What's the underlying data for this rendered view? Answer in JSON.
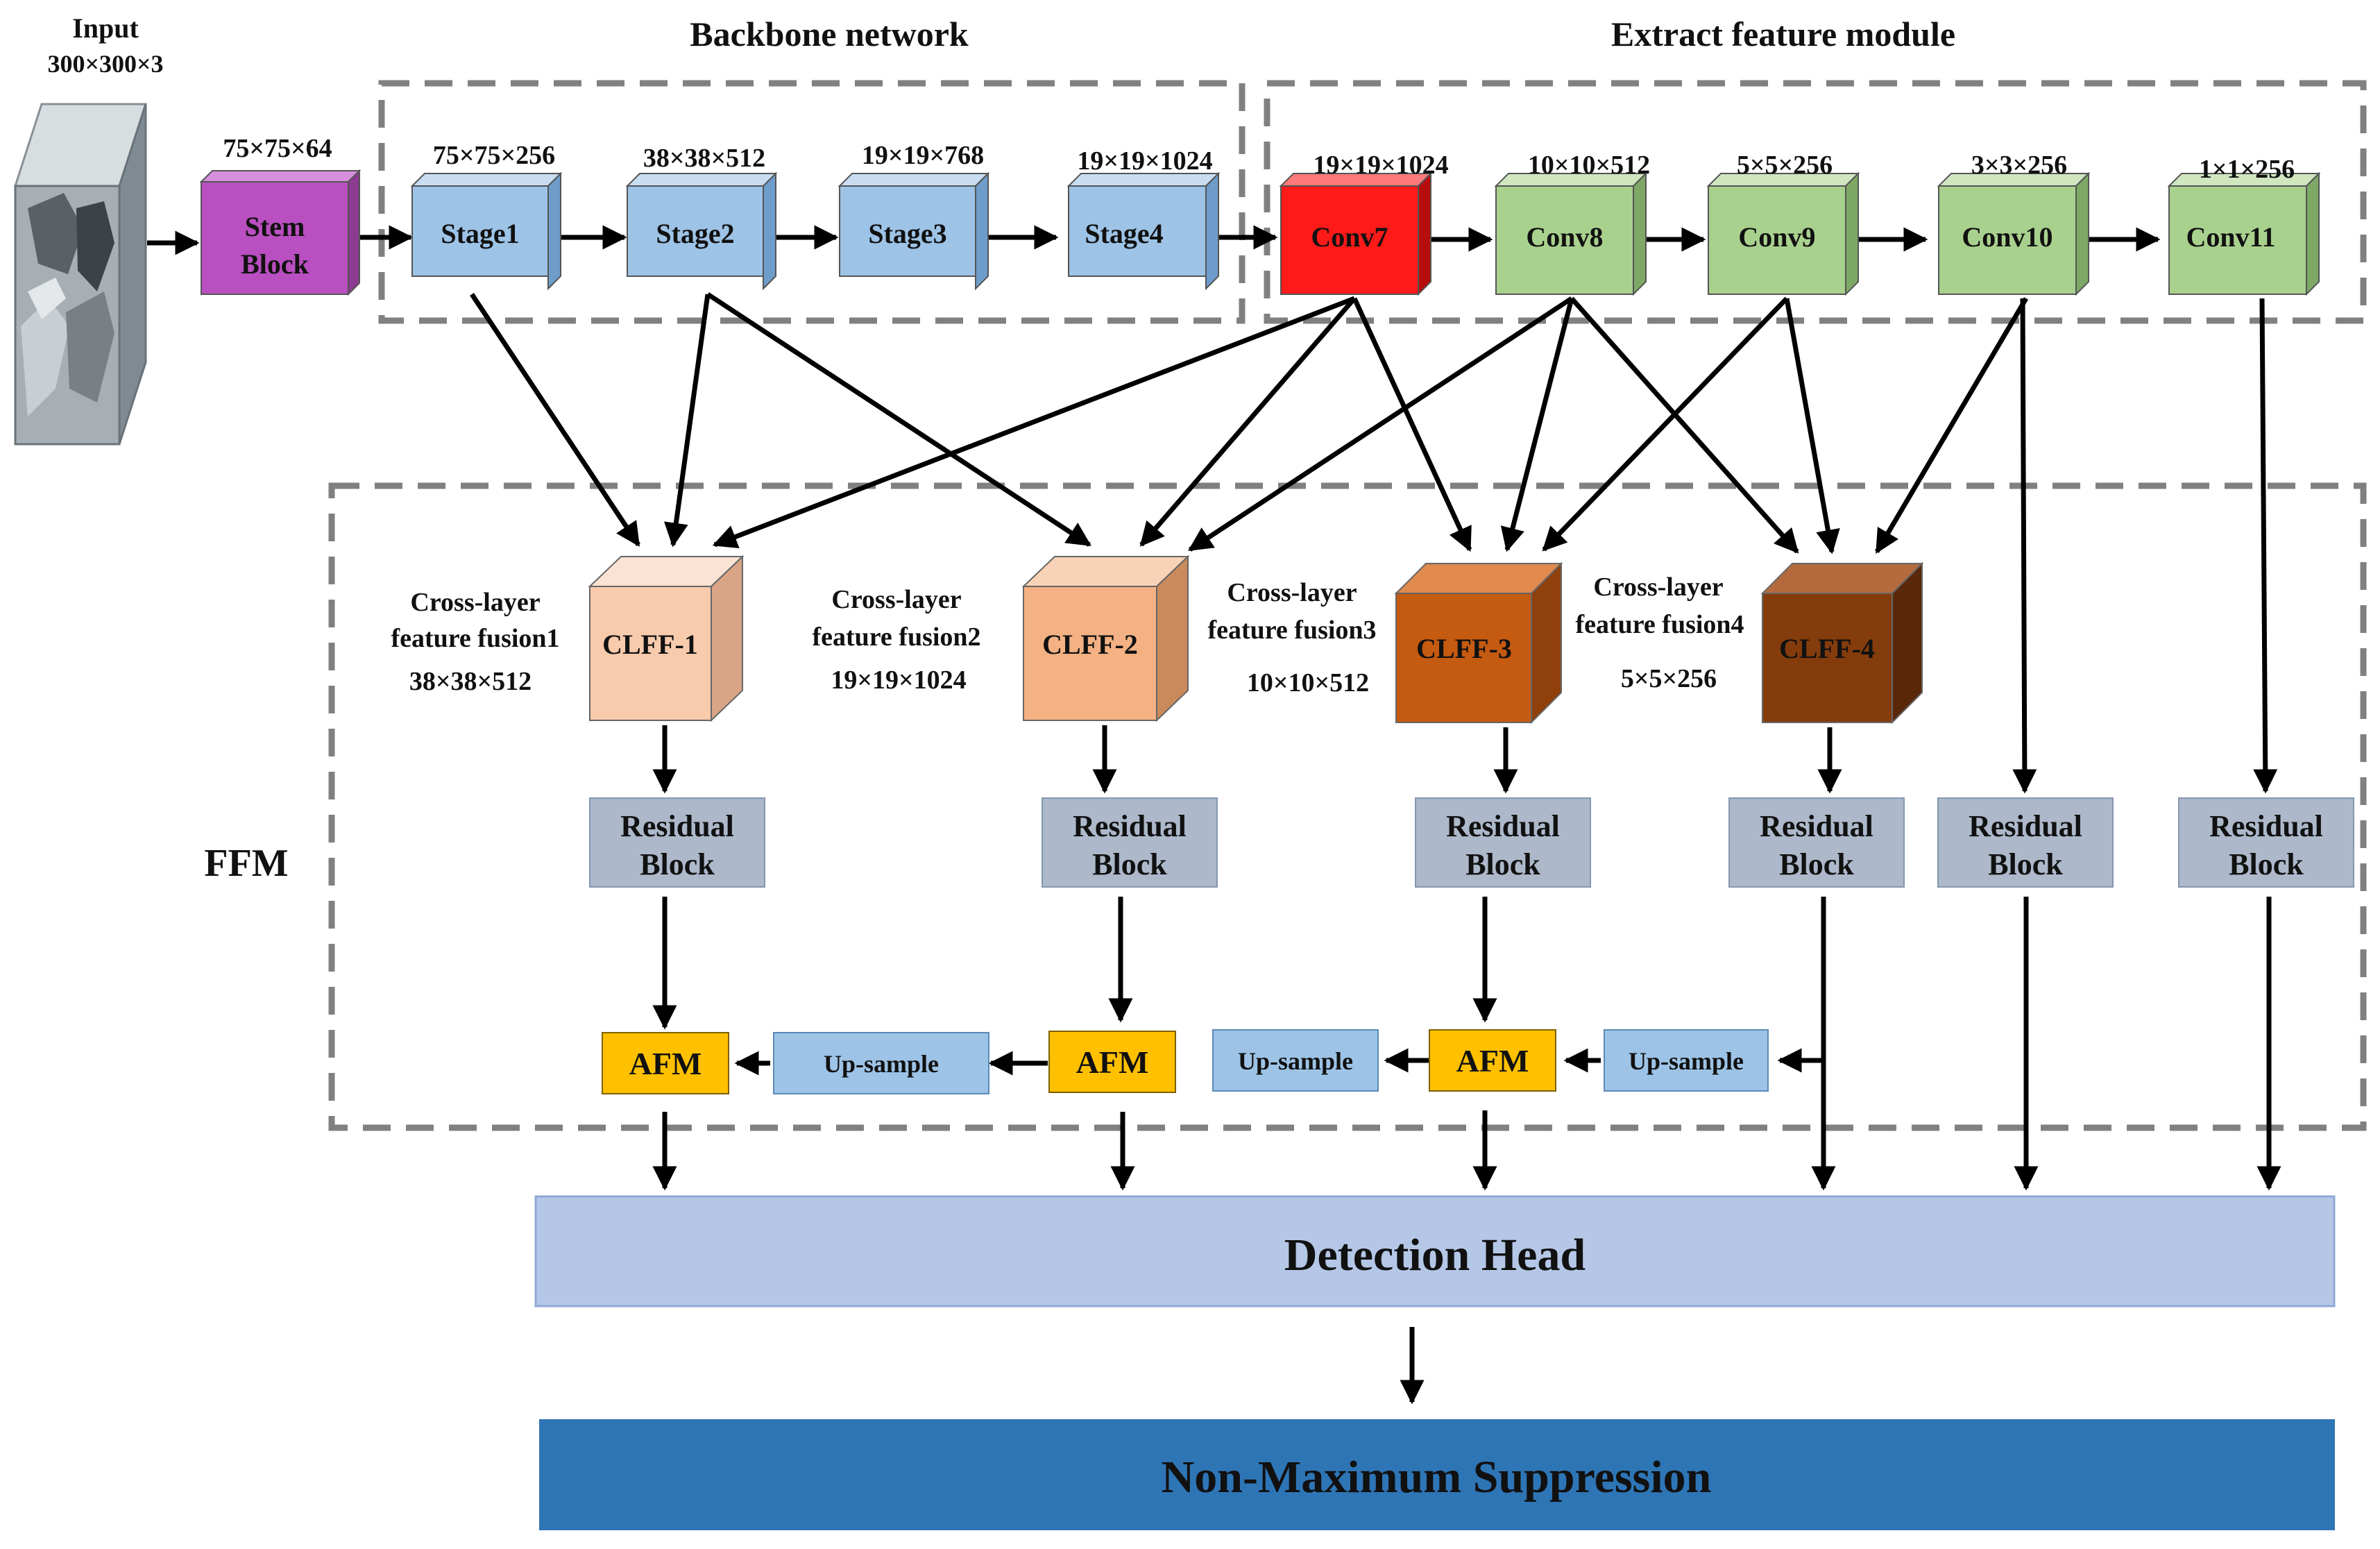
{
  "input": {
    "label": "Input",
    "dims": "300×300×3"
  },
  "sections": {
    "backbone": "Backbone network",
    "extract": "Extract feature module",
    "ffm": "FFM"
  },
  "backbone_blocks": [
    {
      "label": "Stem Block",
      "dims": "75×75×64",
      "color": "#b94fc0"
    },
    {
      "label": "Stage1",
      "dims": "75×75×256",
      "color": "#9dc3e6"
    },
    {
      "label": "Stage2",
      "dims": "38×38×512",
      "color": "#9dc3e6"
    },
    {
      "label": "Stage3",
      "dims": "19×19×768",
      "color": "#9dc3e6"
    },
    {
      "label": "Stage4",
      "dims": "19×19×1024",
      "color": "#9dc3e6"
    }
  ],
  "extract_blocks": [
    {
      "label": "Conv7",
      "dims": "19×19×1024",
      "color": "#ff1a1a"
    },
    {
      "label": "Conv8",
      "dims": "10×10×512",
      "color": "#a9d18e"
    },
    {
      "label": "Conv9",
      "dims": "5×5×256",
      "color": "#a9d18e"
    },
    {
      "label": "Conv10",
      "dims": "3×3×256",
      "color": "#a9d18e"
    },
    {
      "label": "Conv11",
      "dims": "1×1×256",
      "color": "#a9d18e"
    }
  ],
  "clff": [
    {
      "label": "CLFF-1",
      "caption": "Cross-layer feature fusion1",
      "dims": "38×38×512",
      "color": "#f8cbad"
    },
    {
      "label": "CLFF-2",
      "caption": "Cross-layer feature fusion2",
      "dims": "19×19×1024",
      "color": "#f4b183"
    },
    {
      "label": "CLFF-3",
      "caption": "Cross-layer feature fusion3",
      "dims": "10×10×512",
      "color": "#c55a11"
    },
    {
      "label": "CLFF-4",
      "caption": "Cross-layer feature fusion4",
      "dims": "5×5×256",
      "color": "#843c0c"
    }
  ],
  "residual_label": "Residual Block",
  "afm_label": "AFM",
  "upsample_label": "Up-sample",
  "detection_head": "Detection Head",
  "nms": "Non-Maximum Suppression",
  "colors": {
    "residual": "#adb9ca",
    "afm": "#ffc000",
    "upsample": "#9dc3e6",
    "detection_head": "#b4c7e7",
    "nms": "#2e75b6",
    "dashed": "#808080"
  }
}
